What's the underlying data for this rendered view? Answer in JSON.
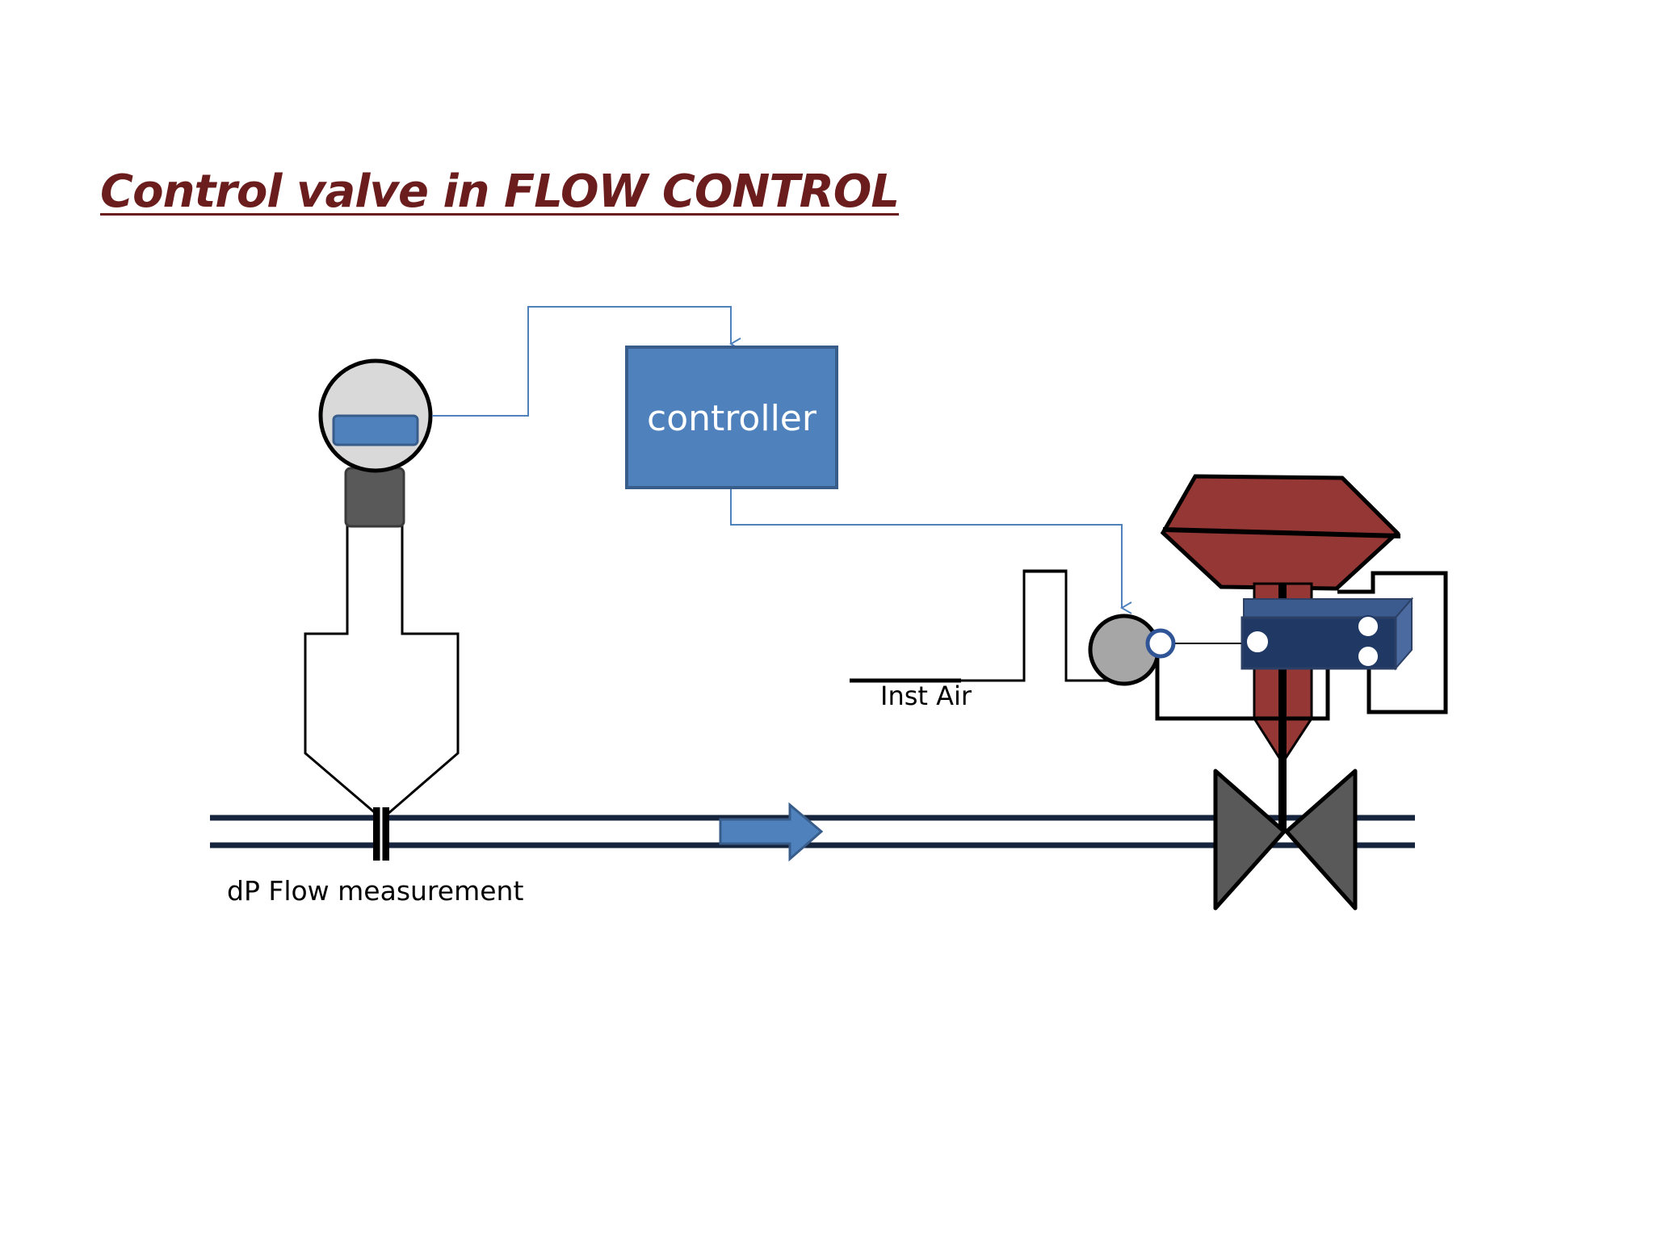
{
  "title": "Control valve in FLOW CONTROL",
  "controller": {
    "label": "controller"
  },
  "labels": {
    "inst_air": "Inst Air",
    "dp_flow": "dP Flow measurement"
  },
  "colors": {
    "title": "#6b1d1d",
    "controller_fill": "#4f81bd",
    "controller_border": "#385d8a",
    "signal_line": "#4f81bd",
    "pipe": "#16243e",
    "flow_arrow": "#4f81bd",
    "actuator": "#953735",
    "positioner": "#1f3864",
    "valve_body": "#595959",
    "transmitter_head": "#d9d9d9"
  }
}
